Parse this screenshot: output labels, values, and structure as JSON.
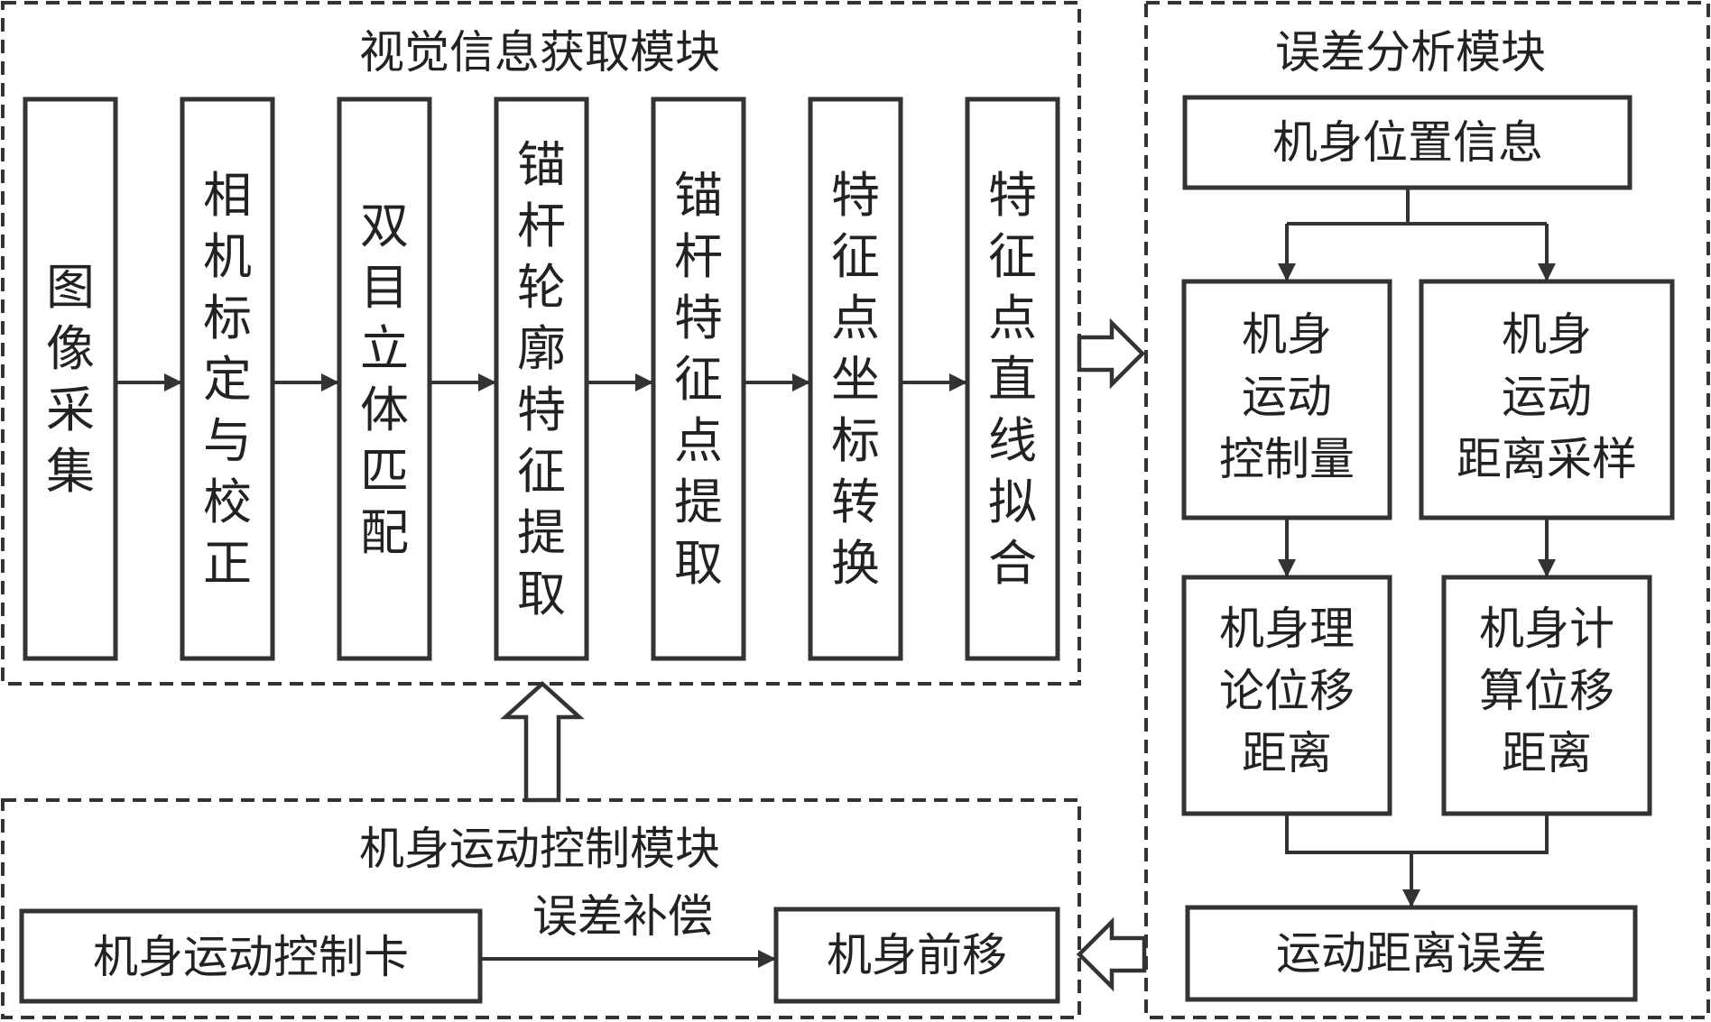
{
  "modules": {
    "visual": {
      "title": "视觉信息获取模块",
      "steps": [
        "图像采集",
        "相机标定与校正",
        "双目立体匹配",
        "锚杆轮廓特征提取",
        "锚杆特征点提取",
        "特征点坐标转换",
        "特征点直线拟合"
      ]
    },
    "error": {
      "title": "误差分析模块",
      "position_info": "机身位置信息",
      "control_amount": [
        "机身",
        "运动",
        "控制量"
      ],
      "sampling": [
        "机身",
        "运动",
        "距离采样"
      ],
      "theoretical": [
        "机身理",
        "论位移",
        "距离"
      ],
      "computed": [
        "机身计",
        "算位移",
        "距离"
      ],
      "distance_error": "运动距离误差"
    },
    "motion": {
      "title": "机身运动控制模块",
      "control_card": "机身运动控制卡",
      "compensation_label": "误差补偿",
      "forward": "机身前移"
    }
  },
  "colors": {
    "stroke": "#333333",
    "text": "#222222",
    "background": "#ffffff"
  }
}
